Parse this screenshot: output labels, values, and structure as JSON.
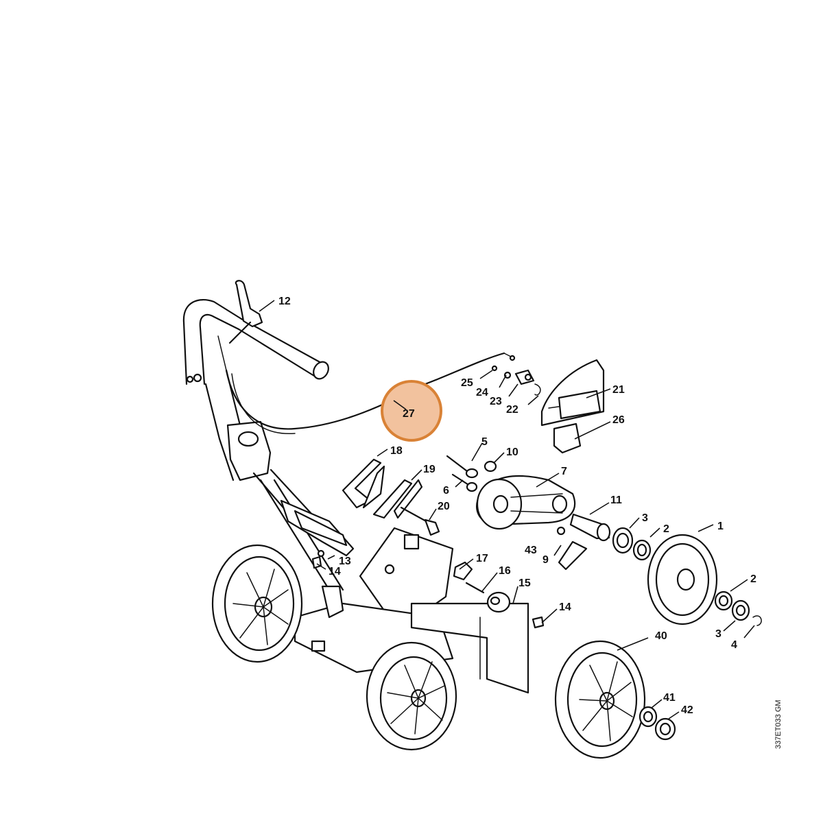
{
  "drawing_code": "337ET033 GM",
  "highlight": {
    "part": "27",
    "color": "#D98236",
    "fill": "#F2C29E"
  },
  "labels": {
    "p1": "1",
    "p2a": "2",
    "p2b": "2",
    "p3a": "3",
    "p3b": "3",
    "p4": "4",
    "p5": "5",
    "p6": "6",
    "p7": "7",
    "p9": "9",
    "p10": "10",
    "p11": "11",
    "p12": "12",
    "p13": "13",
    "p14a": "14",
    "p14b": "14",
    "p15": "15",
    "p16": "16",
    "p17": "17",
    "p18": "18",
    "p19": "19",
    "p20": "20",
    "p21": "21",
    "p22": "22",
    "p23": "23",
    "p24": "24",
    "p25": "25",
    "p26": "26",
    "p27": "27",
    "p40": "40",
    "p41": "41",
    "p42": "42",
    "p43": "43"
  }
}
